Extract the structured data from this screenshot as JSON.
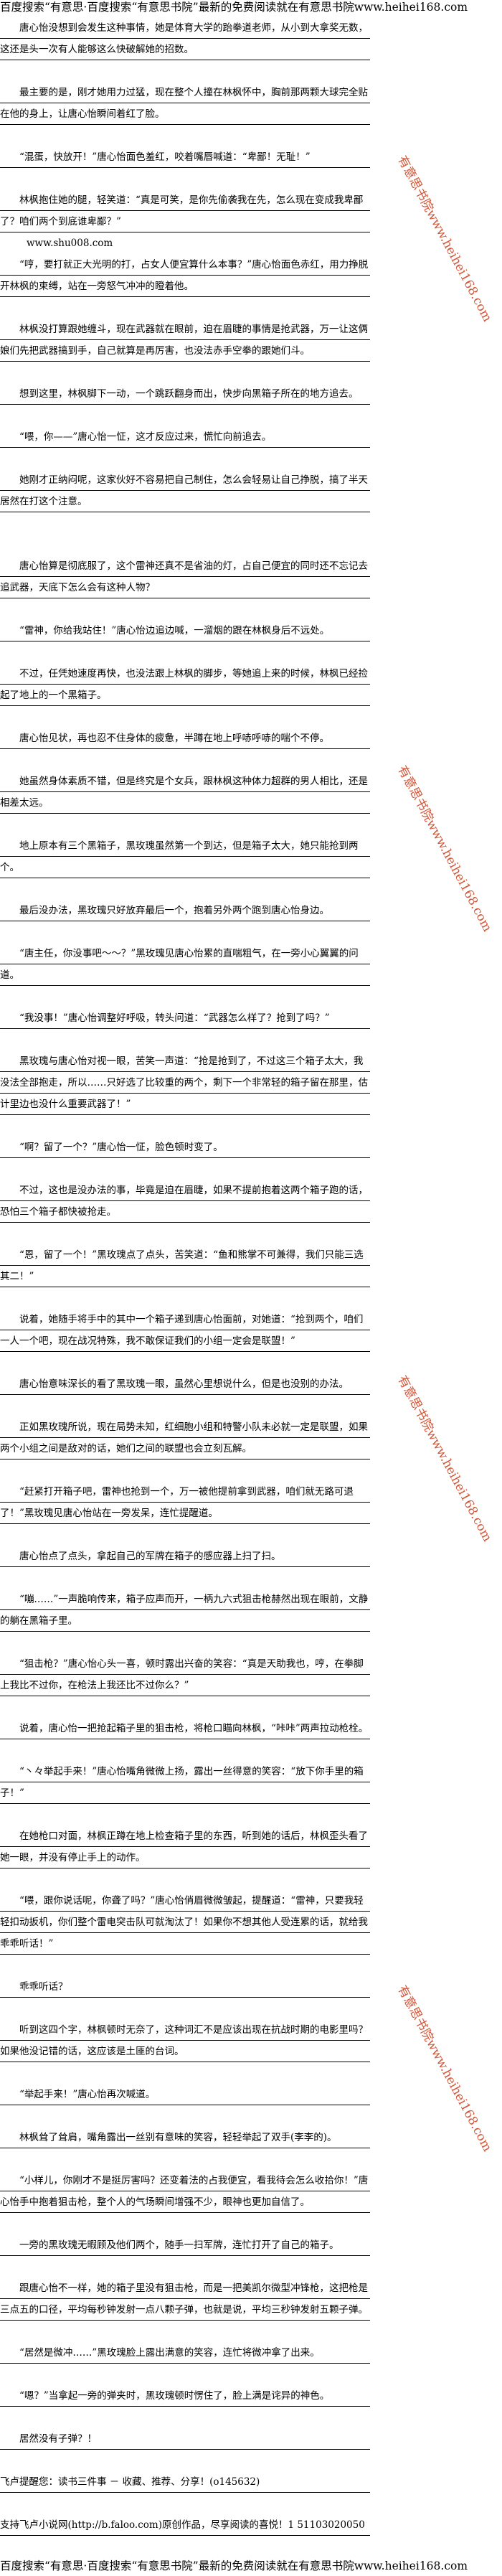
{
  "banner": "百度搜索“有意思·百度搜索“有意思书院”最新的免费阅读就在有意思书院www.heihei168.com",
  "watermark": "有意思书院www.heihei168.com",
  "shu_link": "www.shu008.com",
  "paragraphs": [
    "唐心怡没想到会发生这种事情，她是体育大学的跆拳道老师，从小到大拿奖无数，这还是头一次有人能够这么快破解她的招数。",
    "最主要的是，刚才她用力过猛，现在整个人撞在林枫怀中，胸前那两颗大球完全贴在他的身上，让唐心怡瞬间着红了脸。",
    "“混蛋，快放开！”唐心怡面色羞红，咬着嘴唇喊道：“卑鄙！无耻！”",
    "林枫抱住她的腿，轻笑道：“真是可笑，是你先偷袭我在先，怎么现在变成我卑鄙了？咱们两个到底谁卑鄙？”",
    "“哼，要打就正大光明的打，占女人便宜算什么本事？”唐心怡面色赤红，用力挣脱开林枫的束缚，站在一旁怒气冲冲的瞪着他。",
    "林枫没打算跟她缠斗，现在武器就在眼前，迫在眉睫的事情是抢武器，万一让这俩娘们先把武器搞到手，自己就算是再厉害，也没法赤手空拳的跟她们斗。",
    "想到这里，林枫脚下一动，一个跳跃翻身而出，快步向黑箱子所在的地方追去。",
    "“喂，你——”唐心怡一怔，这才反应过来，慌忙向前追去。",
    "她刚才正纳闷呢，这家伙好不容易把自己制住，怎么会轻易让自己挣脱，搞了半天居然在打这个注意。",
    "唐心怡算是彻底服了，这个雷神还真不是省油的灯，占自己便宜的同时还不忘记去追武器，天底下怎么会有这种人物？",
    "“雷神，你给我站住！”唐心怡边追边喊，一溜烟的跟在林枫身后不远处。",
    "不过，任凭她速度再快，也没法跟上林枫的脚步，等她追上来的时候，林枫已经捡起了地上的一个黑箱子。",
    "唐心怡见状，再也忍不住身体的疲惫，半蹲在地上呼哧呼哧的喘个不停。",
    "她虽然身体素质不错，但是终究是个女兵，跟林枫这种体力超群的男人相比，还是相差太远。",
    "地上原本有三个黑箱子，黑玫瑰虽然第一个到达，但是箱子太大，她只能抢到两个。",
    "最后没办法，黑玫瑰只好放弃最后一个，抱着另外两个跑到唐心怡身边。",
    "“唐主任，你没事吧～～？”黑玫瑰见唐心怡累的直喘粗气，在一旁小心翼翼的问道。",
    "“我没事！”唐心怡调整好呼吸，转头问道：“武器怎么样了？抢到了吗？”",
    "黑玫瑰与唐心怡对视一眼，苦笑一声道：“抢是抢到了，不过这三个箱子太大，我没法全部抱走，所以……只好选了比较重的两个，剩下一个非常轻的箱子留在那里，估计里边也没什么重要武器了！”",
    "“啊？留了一个？”唐心怡一怔，脸色顿时变了。",
    "不过，这也是没办法的事，毕竟是迫在眉睫，如果不提前抱着这两个箱子跑的话，恐怕三个箱子都快被抢走。",
    "“恩，留了一个！”黑玫瑰点了点头，苦笑道：“鱼和熊掌不可兼得，我们只能三选其二！”",
    "说着，她随手将手中的其中一个箱子递到唐心怡面前，对她道：“抢到两个，咱们一人一个吧，现在战况特殊，我不敢保证我们的小组一定会是联盟！”",
    "唐心怡意味深长的看了黑玫瑰一眼，虽然心里想说什么，但是也没别的办法。",
    "正如黑玫瑰所说，现在局势未知，红细胞小组和特警小队未必就一定是联盟，如果两个小组之间是敌对的话，她们之间的联盟也会立刻瓦解。",
    "“赶紧打开箱子吧，雷神也抢到一个，万一被他提前拿到武器，咱们就无路可退了！”黑玫瑰见唐心怡站在一旁发呆，连忙提醒道。",
    "唐心怡点了点头，拿起自己的军牌在箱子的感应器上扫了扫。",
    "“嘣……”一声脆响传来，箱子应声而开，一柄九六式狙击枪赫然出现在眼前，文静的躺在黑箱子里。",
    "“狙击枪？”唐心怡心头一喜，顿时露出兴奋的笑容：“真是天助我也，哼，在拳脚上我比不过你，在枪法上我还比不过你么？”",
    "说着，唐心怡一把抢起箱子里的狙击枪，将枪口瞄向林枫，“咔咔”两声拉动枪栓。",
    "“丶々举起手来！”唐心怡嘴角微微上扬，露出一丝得意的笑容：“放下你手里的箱子！”",
    "在她枪口对面，林枫正蹲在地上检查箱子里的东西，听到她的话后，林枫歪头看了她一眼，并没有停止手上的动作。",
    "“喂，跟你说话呢，你聋了吗？”唐心怡俏眉微微皱起，提醒道：“雷神，只要我轻轻扣动扳机，你们整个雷电突击队可就淘汰了！如果你不想其他人受连累的话，就给我乖乖听话！”",
    "乖乖听话？",
    "听到这四个字，林枫顿时无奈了，这种词汇不是应该出现在抗战时期的电影里吗？如果他没记错的话，这应该是土匪的台词。",
    "“举起手来！”唐心怡再次喊道。",
    "林枫耸了耸肩，嘴角露出一丝别有意味的笑容，轻轻举起了双手(李李的)。",
    "“小样儿，你刚才不是挺厉害吗？还变着法的占我便宜，看我待会怎么收拾你！”唐心怡手中抱着狙击枪，整个人的气场瞬间增强不少，眼神也更加自信了。",
    "一旁的黑玫瑰无暇顾及他们两个，随手一扫军牌，连忙打开了自己的箱子。",
    "跟唐心怡不一样，她的箱子里没有狙击枪，而是一把美凯尔微型冲锋枪，这把枪是三点五的口径，平均每秒钟发射一点八颗子弹，也就是说，平均三秒钟发射五颗子弹。",
    "“居然是微冲……”黑玫瑰脸上露出满意的笑容，连忙将微冲拿了出来。",
    "“嗯？”当拿起一旁的弹夹时，黑玫瑰顿时愣住了，脸上满是诧异的神色。",
    "居然没有子弹？！"
  ],
  "footer": {
    "reminder": "飞卢提醒您：读书三件事 － 收藏、推荐、分享！(o145632)",
    "support": "支持飞卢小说网(http://b.faloo.com)原创作品，尽享阅读的喜悦！1 51103020050"
  }
}
